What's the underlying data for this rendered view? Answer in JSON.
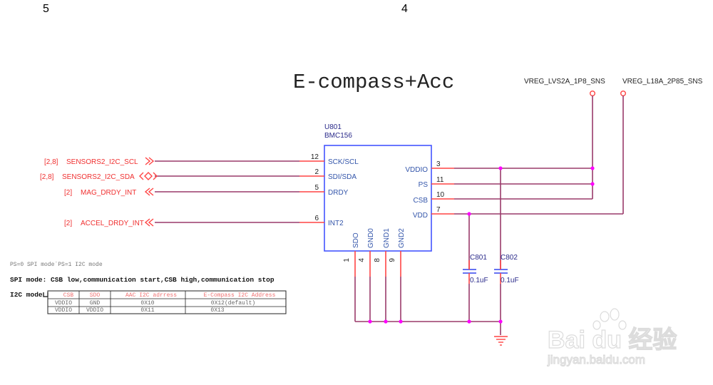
{
  "sheet": {
    "zone_left": "5",
    "zone_right": "4"
  },
  "title": "E-compass+Acc",
  "component": {
    "ref": "U801",
    "part": "BMC156",
    "left_pins": [
      {
        "num": "12",
        "name": "SCK/SCL"
      },
      {
        "num": "2",
        "name": "SDI/SDA"
      },
      {
        "num": "5",
        "name": "DRDY"
      },
      {
        "num": "6",
        "name": "INT2"
      }
    ],
    "right_pins": [
      {
        "num": "3",
        "name": "VDDIO"
      },
      {
        "num": "11",
        "name": "PS"
      },
      {
        "num": "10",
        "name": "CSB"
      },
      {
        "num": "7",
        "name": "VDD"
      }
    ],
    "bottom_pins": [
      {
        "num": "1",
        "name": "SDO"
      },
      {
        "num": "4",
        "name": "GND0"
      },
      {
        "num": "8",
        "name": "GND1"
      },
      {
        "num": "9",
        "name": "GND2"
      }
    ]
  },
  "nets": [
    {
      "sheets": "[2,8]",
      "name": "SENSORS2_I2C_SCL",
      "dir": "out"
    },
    {
      "sheets": "[2,8]",
      "name": "SENSORS2_I2C_SDA",
      "dir": "bidir"
    },
    {
      "sheets": "[2]",
      "name": "MAG_DRDY_INT",
      "dir": "in"
    },
    {
      "sheets": "[2]",
      "name": "ACCEL_DRDY_INT",
      "dir": "in"
    }
  ],
  "power": [
    {
      "name": "VREG_LVS2A_1P8_SNS"
    },
    {
      "name": "VREG_L18A_2P85_SNS"
    }
  ],
  "capacitors": [
    {
      "ref": "C801",
      "value": "0.1uF"
    },
    {
      "ref": "C802",
      "value": "0.1uF"
    }
  ],
  "notes": {
    "ps_mode": "PS=0 SPI mode`PS=1 I2C mode",
    "spi_mode": "SPI mode:  CSB low,communication start,CSB high,communication stop",
    "i2c_label": "I2C mode"
  },
  "i2c_table": {
    "headers": [
      "CSB",
      "SDO",
      "AAC I2C adrress",
      "E-Compass I2C Address"
    ],
    "rows": [
      [
        "VDDIO",
        "GND",
        "0X10",
        "0X12(default)"
      ],
      [
        "VDDIO",
        "VDDIO",
        "0X11",
        "0X13"
      ]
    ]
  },
  "watermark": {
    "brand": "Bai du 经验",
    "url": "jingyan.baidu.com"
  }
}
